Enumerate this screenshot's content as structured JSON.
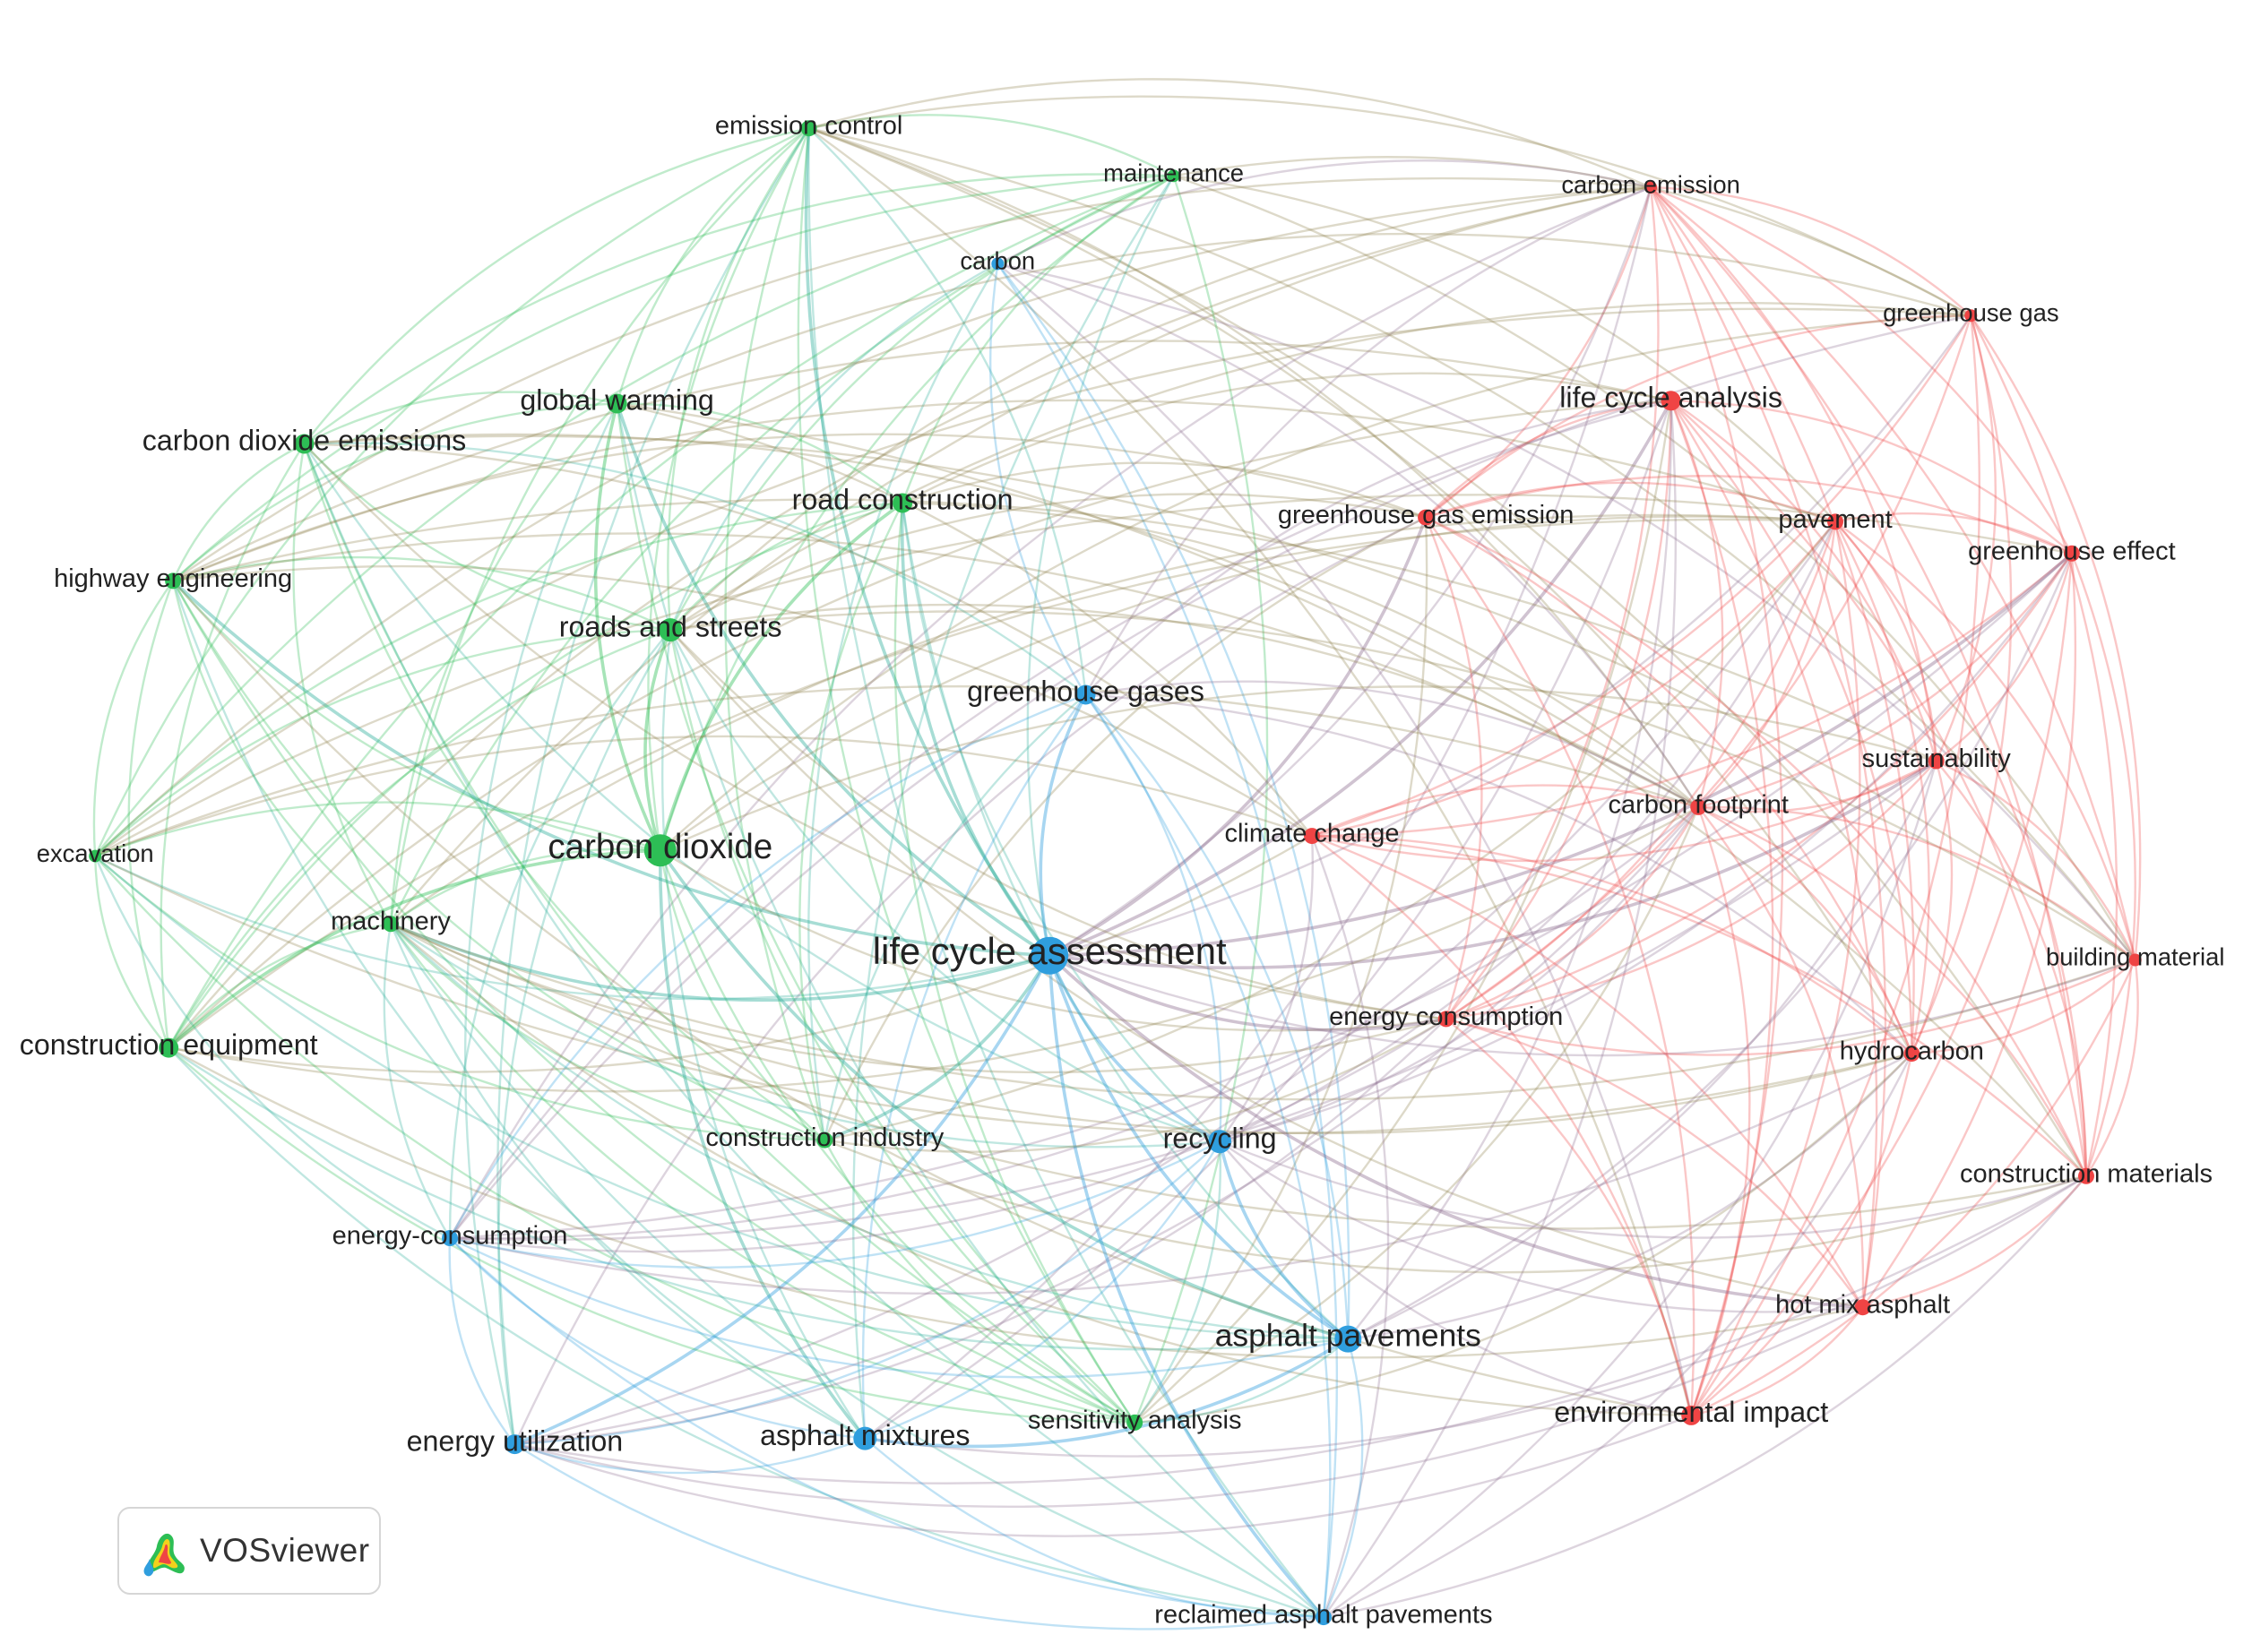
{
  "branding": {
    "logo_text": "VOSviewer"
  },
  "clusters": {
    "green": "#2dbe55",
    "blue": "#2f9ede",
    "red": "#ef4444"
  },
  "nodes": [
    {
      "id": "emission_control",
      "label": "emission control",
      "cluster": "green",
      "weight": 2
    },
    {
      "id": "maintenance",
      "label": "maintenance",
      "cluster": "green",
      "weight": 1
    },
    {
      "id": "carbon",
      "label": "carbon",
      "cluster": "blue",
      "weight": 1
    },
    {
      "id": "carbon_emission",
      "label": "carbon emission",
      "cluster": "red",
      "weight": 1
    },
    {
      "id": "greenhouse_gas",
      "label": "greenhouse gas",
      "cluster": "red",
      "weight": 1
    },
    {
      "id": "global_warming",
      "label": "global warming",
      "cluster": "green",
      "weight": 3
    },
    {
      "id": "life_cycle_analysis",
      "label": "life cycle analysis",
      "cluster": "red",
      "weight": 3
    },
    {
      "id": "carbon_dioxide_emissions",
      "label": "carbon dioxide emissions",
      "cluster": "green",
      "weight": 3
    },
    {
      "id": "road_construction",
      "label": "road construction",
      "cluster": "green",
      "weight": 3
    },
    {
      "id": "greenhouse_gas_emission",
      "label": "greenhouse gas emission",
      "cluster": "red",
      "weight": 2
    },
    {
      "id": "pavement",
      "label": "pavement",
      "cluster": "red",
      "weight": 2
    },
    {
      "id": "greenhouse_effect",
      "label": "greenhouse effect",
      "cluster": "red",
      "weight": 2
    },
    {
      "id": "highway_engineering",
      "label": "highway engineering",
      "cluster": "green",
      "weight": 2
    },
    {
      "id": "roads_and_streets",
      "label": "roads and streets",
      "cluster": "green",
      "weight": 4
    },
    {
      "id": "greenhouse_gases",
      "label": "greenhouse gases",
      "cluster": "blue",
      "weight": 3
    },
    {
      "id": "sustainability",
      "label": "sustainability",
      "cluster": "red",
      "weight": 2
    },
    {
      "id": "carbon_footprint",
      "label": "carbon footprint",
      "cluster": "red",
      "weight": 2
    },
    {
      "id": "climate_change",
      "label": "climate change",
      "cluster": "red",
      "weight": 2
    },
    {
      "id": "excavation",
      "label": "excavation",
      "cluster": "green",
      "weight": 1
    },
    {
      "id": "carbon_dioxide",
      "label": "carbon dioxide",
      "cluster": "green",
      "weight": 6
    },
    {
      "id": "machinery",
      "label": "machinery",
      "cluster": "green",
      "weight": 2
    },
    {
      "id": "life_cycle_assessment",
      "label": "life cycle assessment",
      "cluster": "blue",
      "weight": 7
    },
    {
      "id": "building_material",
      "label": "building material",
      "cluster": "red",
      "weight": 1
    },
    {
      "id": "construction_equipment",
      "label": "construction equipment",
      "cluster": "green",
      "weight": 3
    },
    {
      "id": "energy_consumption",
      "label": "energy consumption",
      "cluster": "red",
      "weight": 2
    },
    {
      "id": "hydrocarbon",
      "label": "hydrocarbon",
      "cluster": "red",
      "weight": 2
    },
    {
      "id": "construction_industry",
      "label": "construction industry",
      "cluster": "green",
      "weight": 2
    },
    {
      "id": "recycling",
      "label": "recycling",
      "cluster": "blue",
      "weight": 4
    },
    {
      "id": "construction_materials",
      "label": "construction materials",
      "cluster": "red",
      "weight": 2
    },
    {
      "id": "energy_hyphen_consumption",
      "label": "energy-consumption",
      "cluster": "blue",
      "weight": 2
    },
    {
      "id": "hot_mix_asphalt",
      "label": "hot mix asphalt",
      "cluster": "red",
      "weight": 2
    },
    {
      "id": "asphalt_pavements",
      "label": "asphalt pavements",
      "cluster": "blue",
      "weight": 5
    },
    {
      "id": "environmental_impact",
      "label": "environmental impact",
      "cluster": "red",
      "weight": 3
    },
    {
      "id": "energy_utilization",
      "label": "energy utilization",
      "cluster": "blue",
      "weight": 3
    },
    {
      "id": "asphalt_mixtures",
      "label": "asphalt mixtures",
      "cluster": "blue",
      "weight": 4
    },
    {
      "id": "sensitivity_analysis",
      "label": "sensitivity analysis",
      "cluster": "green",
      "weight": 2
    },
    {
      "id": "reclaimed_asphalt_pavements",
      "label": "reclaimed asphalt pavements",
      "cluster": "blue",
      "weight": 2
    }
  ]
}
